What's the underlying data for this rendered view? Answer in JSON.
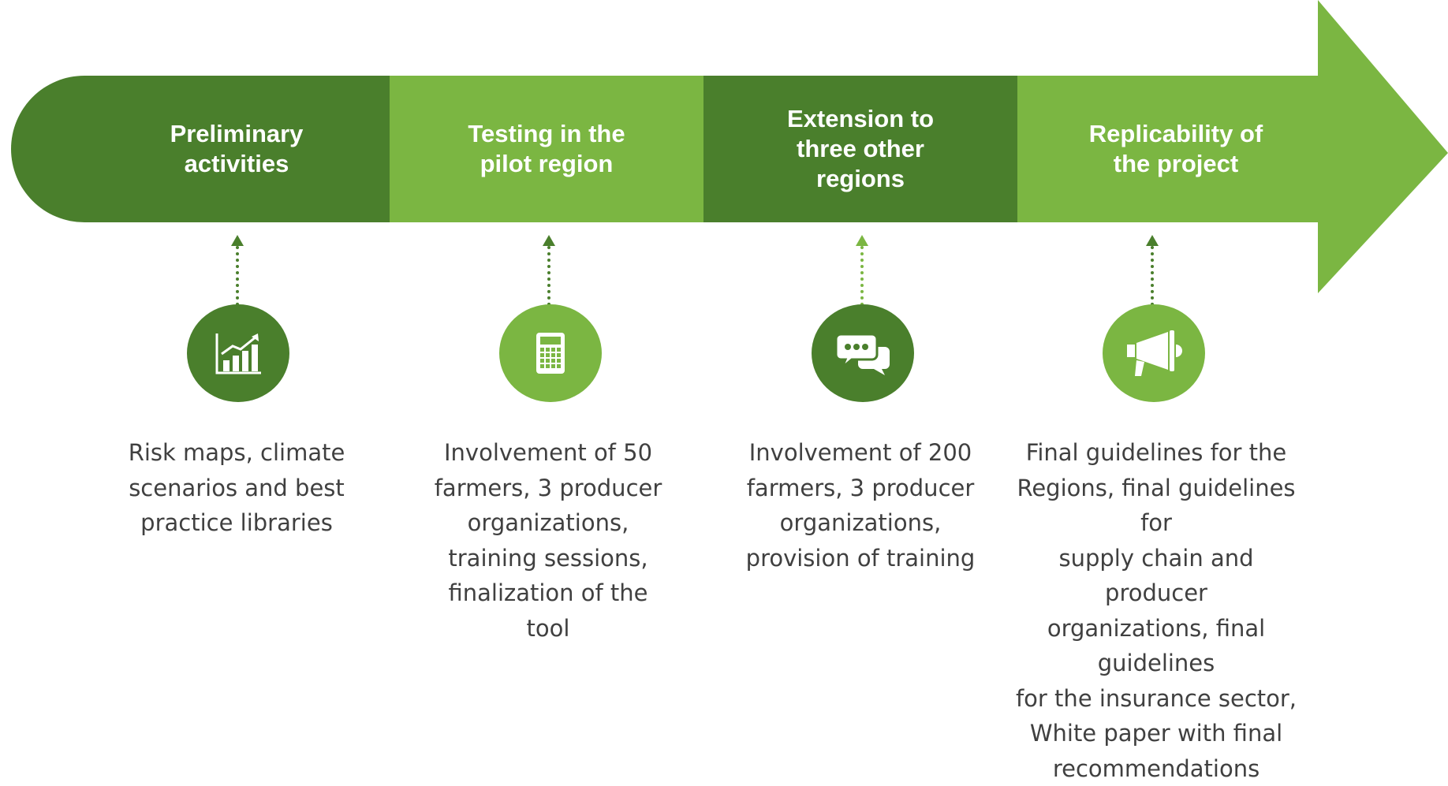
{
  "colors": {
    "dark_green": "#4a7f2c",
    "light_green": "#7bb642",
    "white": "#ffffff",
    "text_gray": "#404040"
  },
  "phases": [
    {
      "title": "Preliminary\nactivities",
      "icon": "bar-chart-growth-icon",
      "description": "Risk maps, climate\nscenarios and best\npractice libraries"
    },
    {
      "title": "Testing in the\npilot region",
      "icon": "calculator-icon",
      "description": "Involvement of 50\nfarmers, 3 producer\norganizations,\ntraining sessions,\nfinalization of the\ntool"
    },
    {
      "title": "Extension to\nthree other\nregions",
      "icon": "chat-bubbles-icon",
      "description": "Involvement of 200\nfarmers, 3 producer\norganizations,\nprovision of training"
    },
    {
      "title": "Replicability of\nthe project",
      "icon": "megaphone-icon",
      "description": "Final guidelines for the\nRegions, final guidelines for\nsupply chain and producer\norganizations, final guidelines\nfor the insurance sector,\nWhite paper with final\nrecommendations"
    }
  ]
}
